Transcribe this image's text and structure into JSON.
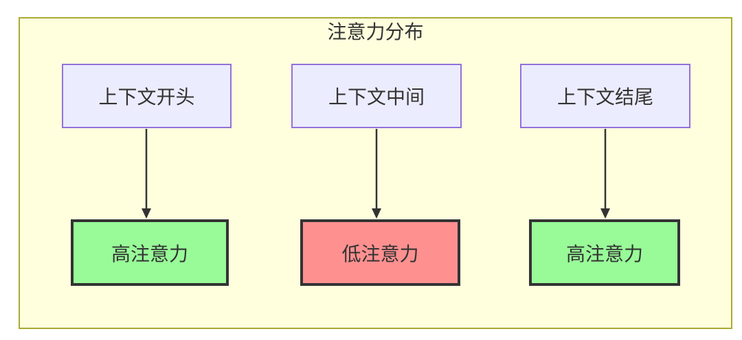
{
  "diagram": {
    "title": "注意力分布",
    "top_nodes": [
      {
        "label": "上下文开头"
      },
      {
        "label": "上下文中间"
      },
      {
        "label": "上下文结尾"
      }
    ],
    "bottom_nodes": [
      {
        "label": "高注意力",
        "level": "high"
      },
      {
        "label": "低注意力",
        "level": "low"
      },
      {
        "label": "高注意力",
        "level": "high"
      }
    ],
    "edges": [
      {
        "from": "上下文开头",
        "to": "高注意力"
      },
      {
        "from": "上下文中间",
        "to": "低注意力"
      },
      {
        "from": "上下文结尾",
        "to": "高注意力"
      }
    ],
    "colors": {
      "page_bg": "#ffffff",
      "cluster_fill": "#ffffde",
      "cluster_border": "#aaaa33",
      "node_fill": "#ececff",
      "node_border": "#9370db",
      "high_fill": "#98fb98",
      "low_fill": "#ff9090",
      "result_border": "#333333",
      "arrow_color": "#333333",
      "text_color": "#333333"
    }
  }
}
